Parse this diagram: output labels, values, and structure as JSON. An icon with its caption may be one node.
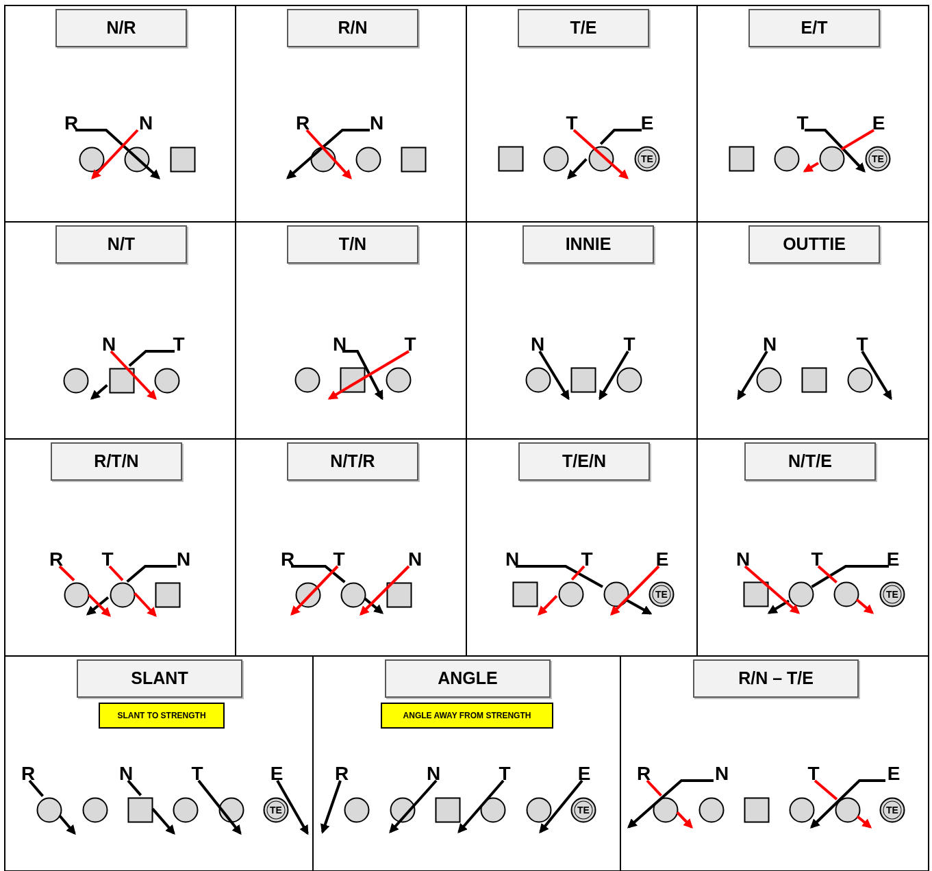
{
  "diagram": {
    "nodes": [
      {
        "text": [],
        "shape": "box"
      },
      {
        "text": [
          "N/R"
        ],
        "in": 0
      },
      {
        "text": [
          "R"
        ],
        "in": 0
      },
      {
        "text": [
          "N"
        ],
        "in": 0
      },
      {
        "text": [],
        "shape": "circle",
        "in": 0
      },
      {
        "text": [],
        "shape": "circle",
        "in": 0
      },
      {
        "text": [],
        "shape": "box",
        "in": 0
      },
      {
        "text": [],
        "shape": "box"
      },
      {
        "text": [
          "R/N"
        ],
        "in": 7
      },
      {
        "text": [
          "R"
        ],
        "in": 7
      },
      {
        "text": [
          "N"
        ],
        "in": 7
      },
      {
        "text": [],
        "shape": "circle",
        "in": 7
      },
      {
        "text": [],
        "shape": "circle",
        "in": 7
      },
      {
        "text": [],
        "shape": "box",
        "in": 7
      },
      {
        "text": [],
        "shape": "box"
      },
      {
        "text": [
          "T/E"
        ],
        "in": 14
      },
      {
        "text": [
          "T"
        ],
        "in": 14
      },
      {
        "text": [
          "E"
        ],
        "in": 14
      },
      {
        "text": [],
        "shape": "box",
        "in": 14
      },
      {
        "text": [],
        "shape": "circle",
        "in": 14
      },
      {
        "text": [],
        "shape": "circle",
        "in": 14
      },
      {
        "text": [
          "TE"
        ],
        "in": 14
      },
      {
        "text": [],
        "shape": "box"
      },
      {
        "text": [
          "E/T"
        ],
        "in": 22
      },
      {
        "text": [
          "T"
        ],
        "in": 22
      },
      {
        "text": [
          "E"
        ],
        "in": 22
      },
      {
        "text": [],
        "shape": "box",
        "in": 22
      },
      {
        "text": [],
        "shape": "circle",
        "in": 22
      },
      {
        "text": [],
        "shape": "circle",
        "in": 22
      },
      {
        "text": [
          "TE"
        ],
        "in": 22
      },
      {
        "text": [],
        "shape": "box"
      },
      {
        "text": [
          "N/T"
        ],
        "in": 30
      },
      {
        "text": [
          "N"
        ],
        "in": 30
      },
      {
        "text": [
          "T"
        ],
        "in": 30
      },
      {
        "text": [],
        "shape": "circle",
        "in": 30
      },
      {
        "text": [],
        "shape": "box",
        "in": 30
      },
      {
        "text": [],
        "shape": "circle",
        "in": 30
      },
      {
        "text": [],
        "shape": "box"
      },
      {
        "text": [
          "T/N"
        ],
        "in": 37
      },
      {
        "text": [
          "N"
        ],
        "in": 37
      },
      {
        "text": [
          "T"
        ],
        "in": 37
      },
      {
        "text": [],
        "shape": "circle",
        "in": 37
      },
      {
        "text": [],
        "shape": "box",
        "in": 37
      },
      {
        "text": [],
        "shape": "circle",
        "in": 37
      },
      {
        "text": [],
        "shape": "box"
      },
      {
        "text": [
          "INNIE"
        ],
        "in": 44
      },
      {
        "text": [
          "N"
        ],
        "in": 44
      },
      {
        "text": [
          "T"
        ],
        "in": 44
      },
      {
        "text": [],
        "shape": "circle",
        "in": 44
      },
      {
        "text": [],
        "shape": "box",
        "in": 44
      },
      {
        "text": [],
        "shape": "circle",
        "in": 44
      },
      {
        "text": [],
        "shape": "box"
      },
      {
        "text": [
          "OUTTIE"
        ],
        "in": 51
      },
      {
        "text": [
          "N"
        ],
        "in": 51
      },
      {
        "text": [
          "T"
        ],
        "in": 51
      },
      {
        "text": [],
        "shape": "circle",
        "in": 51
      },
      {
        "text": [],
        "shape": "box",
        "in": 51
      },
      {
        "text": [],
        "shape": "circle",
        "in": 51
      },
      {
        "text": [],
        "shape": "box"
      },
      {
        "text": [
          "R/T/N"
        ],
        "in": 58
      },
      {
        "text": [
          "R"
        ],
        "in": 58
      },
      {
        "text": [
          "T"
        ],
        "in": 58
      },
      {
        "text": [
          "N"
        ],
        "in": 58
      },
      {
        "text": [],
        "shape": "circle",
        "in": 58
      },
      {
        "text": [],
        "shape": "circle",
        "in": 58
      },
      {
        "text": [],
        "shape": "box",
        "in": 58
      },
      {
        "text": [],
        "shape": "box"
      },
      {
        "text": [
          "N/T/R"
        ],
        "in": 66
      },
      {
        "text": [
          "R"
        ],
        "in": 66
      },
      {
        "text": [
          "T"
        ],
        "in": 66
      },
      {
        "text": [
          "N"
        ],
        "in": 66
      },
      {
        "text": [],
        "shape": "circle",
        "in": 66
      },
      {
        "text": [],
        "shape": "circle",
        "in": 66
      },
      {
        "text": [],
        "shape": "box",
        "in": 66
      },
      {
        "text": [],
        "shape": "box"
      },
      {
        "text": [
          "T/E/N"
        ],
        "in": 74
      },
      {
        "text": [
          "N"
        ],
        "in": 74
      },
      {
        "text": [
          "T"
        ],
        "in": 74
      },
      {
        "text": [
          "E"
        ],
        "in": 74
      },
      {
        "text": [],
        "shape": "box",
        "in": 74
      },
      {
        "text": [],
        "shape": "circle",
        "in": 74
      },
      {
        "text": [],
        "shape": "circle",
        "in": 74
      },
      {
        "text": [
          "TE"
        ],
        "in": 74
      },
      {
        "text": [],
        "shape": "box"
      },
      {
        "text": [
          "N/T/E"
        ],
        "in": 83
      },
      {
        "text": [
          "N"
        ],
        "in": 83
      },
      {
        "text": [
          "T"
        ],
        "in": 83
      },
      {
        "text": [
          "E"
        ],
        "in": 83
      },
      {
        "text": [],
        "shape": "box",
        "in": 83
      },
      {
        "text": [],
        "shape": "circle",
        "in": 83
      },
      {
        "text": [],
        "shape": "circle",
        "in": 83
      },
      {
        "text": [
          "TE"
        ],
        "in": 83
      },
      {
        "text": [],
        "shape": "box"
      },
      {
        "text": [
          "SLANT"
        ],
        "in": 92
      },
      {
        "text": [
          "SLANT TO STRENGTH"
        ],
        "in": 92
      },
      {
        "text": [
          "R"
        ],
        "in": 92
      },
      {
        "text": [
          "N"
        ],
        "in": 92
      },
      {
        "text": [
          "T"
        ],
        "in": 92
      },
      {
        "text": [
          "E"
        ],
        "in": 92
      },
      {
        "text": [],
        "shape": "circle",
        "in": 92
      },
      {
        "text": [],
        "shape": "circle",
        "in": 92
      },
      {
        "text": [],
        "shape": "box",
        "in": 92
      },
      {
        "text": [],
        "shape": "circle",
        "in": 92
      },
      {
        "text": [],
        "shape": "circle",
        "in": 92
      },
      {
        "text": [
          "TE"
        ],
        "in": 92
      },
      {
        "text": [],
        "shape": "box"
      },
      {
        "text": [
          "ANGLE"
        ],
        "in": 105
      },
      {
        "text": [
          "ANGLE AWAY FROM STRENGTH"
        ],
        "in": 105
      },
      {
        "text": [
          "R"
        ],
        "in": 105
      },
      {
        "text": [
          "N"
        ],
        "in": 105
      },
      {
        "text": [
          "T"
        ],
        "in": 105
      },
      {
        "text": [
          "E"
        ],
        "in": 105
      },
      {
        "text": [],
        "shape": "circle",
        "in": 105
      },
      {
        "text": [],
        "shape": "circle",
        "in": 105
      },
      {
        "text": [],
        "shape": "box",
        "in": 105
      },
      {
        "text": [],
        "shape": "circle",
        "in": 105
      },
      {
        "text": [],
        "shape": "circle",
        "in": 105
      },
      {
        "text": [
          "TE"
        ],
        "in": 105
      },
      {
        "text": [],
        "shape": "box"
      },
      {
        "text": [
          "R/N – T/E"
        ],
        "in": 118
      },
      {
        "text": [
          "R"
        ],
        "in": 118
      },
      {
        "text": [
          "N"
        ],
        "in": 118
      },
      {
        "text": [
          "T"
        ],
        "in": 118
      },
      {
        "text": [
          "E"
        ],
        "in": 118
      },
      {
        "text": [],
        "shape": "circle",
        "in": 118
      },
      {
        "text": [],
        "shape": "circle",
        "in": 118
      },
      {
        "text": [],
        "shape": "box",
        "in": 118
      },
      {
        "text": [],
        "shape": "circle",
        "in": 118
      },
      {
        "text": [],
        "shape": "circle",
        "in": 118
      },
      {
        "text": [
          "TE"
        ],
        "in": 118
      }
    ],
    "edges": [
      {
        "from": 2,
        "to": 5,
        "arrow": "to"
      },
      {
        "from": 3,
        "to": 4,
        "arrow": "to",
        "color": "#ff0000"
      },
      {
        "from": 10,
        "to": 11,
        "arrow": "to"
      },
      {
        "from": 9,
        "to": 11,
        "arrow": "to",
        "color": "#ff0000"
      },
      {
        "from": 17,
        "to": 20,
        "arrow": "none"
      },
      {
        "from": 20,
        "to": 19,
        "arrow": "to"
      },
      {
        "from": 16,
        "to": 20,
        "arrow": "to",
        "color": "#ff0000"
      },
      {
        "from": 24,
        "to": 29,
        "arrow": "to"
      },
      {
        "from": 25,
        "to": 28,
        "arrow": "none",
        "color": "#ff0000"
      },
      {
        "from": 28,
        "to": 27,
        "arrow": "to",
        "color": "#ff0000"
      },
      {
        "from": 33,
        "to": 35,
        "arrow": "none"
      },
      {
        "from": 35,
        "to": 34,
        "arrow": "to"
      },
      {
        "from": 32,
        "to": 36,
        "arrow": "to",
        "color": "#ff0000"
      },
      {
        "from": 39,
        "to": 43,
        "arrow": "to"
      },
      {
        "from": 40,
        "to": 42,
        "arrow": "to",
        "color": "#ff0000"
      },
      {
        "from": 46,
        "to": 49,
        "arrow": "to"
      },
      {
        "from": 47,
        "to": 49,
        "arrow": "to"
      },
      {
        "from": 53,
        "to": 55,
        "arrow": "to"
      },
      {
        "from": 54,
        "to": 57,
        "arrow": "to"
      },
      {
        "from": 62,
        "to": 64,
        "arrow": "none"
      },
      {
        "from": 64,
        "to": 63,
        "arrow": "to"
      },
      {
        "from": 60,
        "to": 63,
        "arrow": "none",
        "color": "#ff0000"
      },
      {
        "from": 63,
        "to": 64,
        "arrow": "to",
        "color": "#ff0000"
      },
      {
        "from": 61,
        "to": 64,
        "arrow": "none",
        "color": "#ff0000"
      },
      {
        "from": 64,
        "to": 65,
        "arrow": "to",
        "color": "#ff0000"
      },
      {
        "from": 68,
        "to": 72,
        "arrow": "none"
      },
      {
        "from": 72,
        "to": 73,
        "arrow": "to"
      },
      {
        "from": 69,
        "to": 71,
        "arrow": "to",
        "color": "#ff0000"
      },
      {
        "from": 70,
        "to": 72,
        "arrow": "to",
        "color": "#ff0000"
      },
      {
        "from": 76,
        "to": 81,
        "arrow": "none"
      },
      {
        "from": 81,
        "to": 82,
        "arrow": "to"
      },
      {
        "from": 77,
        "to": 80,
        "arrow": "none",
        "color": "#ff0000"
      },
      {
        "from": 80,
        "to": 79,
        "arrow": "to",
        "color": "#ff0000"
      },
      {
        "from": 78,
        "to": 81,
        "arrow": "to",
        "color": "#ff0000"
      },
      {
        "from": 87,
        "to": 89,
        "arrow": "none"
      },
      {
        "from": 89,
        "to": 88,
        "arrow": "to"
      },
      {
        "from": 85,
        "to": 89,
        "arrow": "to",
        "color": "#ff0000"
      },
      {
        "from": 86,
        "to": 90,
        "arrow": "none",
        "color": "#ff0000"
      },
      {
        "from": 90,
        "to": 91,
        "arrow": "to",
        "color": "#ff0000"
      },
      {
        "from": 95,
        "to": 99,
        "arrow": "none"
      },
      {
        "from": 99,
        "to": 100,
        "arrow": "to"
      },
      {
        "from": 96,
        "to": 101,
        "arrow": "none"
      },
      {
        "from": 101,
        "to": 102,
        "arrow": "to"
      },
      {
        "from": 97,
        "to": 103,
        "arrow": "to"
      },
      {
        "from": 98,
        "to": 104,
        "arrow": "to"
      },
      {
        "from": 108,
        "to": null,
        "arrow": "to"
      },
      {
        "from": 109,
        "to": 113,
        "arrow": "to"
      },
      {
        "from": 110,
        "to": 114,
        "arrow": "to"
      },
      {
        "from": 111,
        "to": 116,
        "arrow": "to"
      },
      {
        "from": 121,
        "to": 124,
        "arrow": "to"
      },
      {
        "from": 120,
        "to": 124,
        "arrow": "none",
        "color": "#ff0000"
      },
      {
        "from": 124,
        "to": 125,
        "arrow": "to",
        "color": "#ff0000"
      },
      {
        "from": 123,
        "to": 127,
        "arrow": "to"
      },
      {
        "from": 122,
        "to": 128,
        "arrow": "none",
        "color": "#ff0000"
      },
      {
        "from": 128,
        "to": 129,
        "arrow": "to",
        "color": "#ff0000"
      }
    ]
  }
}
